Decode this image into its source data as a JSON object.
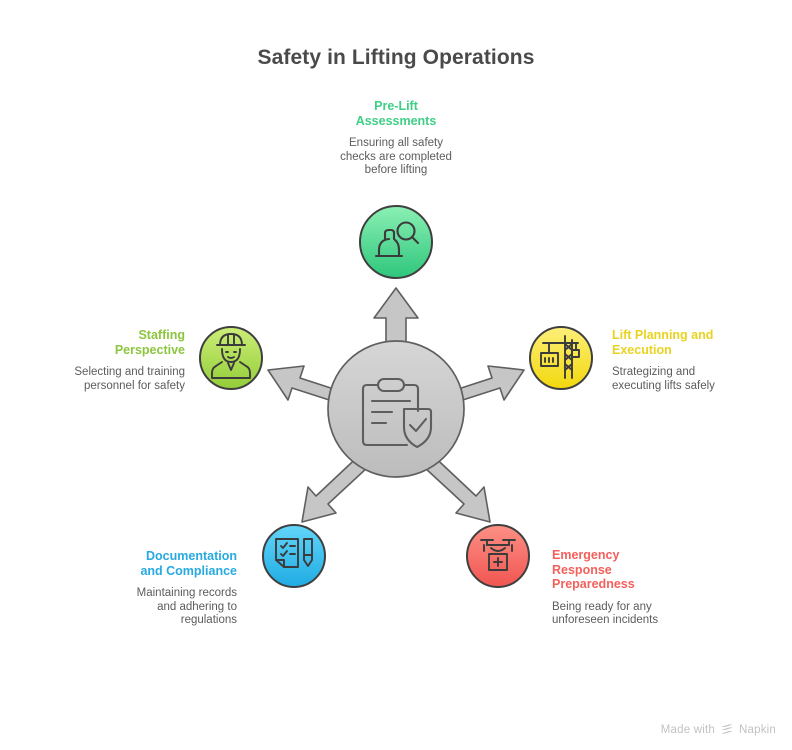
{
  "title": "Safety in Lifting Operations",
  "hub": {
    "icon": "clipboard-shield-check-icon",
    "fill_top": "#d4d4d4",
    "fill_bottom": "#bdbdbd",
    "stroke": "#585858"
  },
  "arrows": {
    "fill": "#c6c6c6",
    "stroke": "#5f5f5f",
    "count": 5,
    "directions": [
      "up",
      "upper-left",
      "upper-right",
      "lower-left",
      "lower-right"
    ]
  },
  "nodes": [
    {
      "id": "pre-lift-assessments",
      "title": "Pre-Lift\nAssessments",
      "title_line1": "Pre-Lift",
      "title_line2": "Assessments",
      "desc": "Ensuring all safety checks are completed before lifting",
      "desc_line1": "Ensuring all safety",
      "desc_line2": "checks are completed",
      "desc_line3": "before lifting",
      "color": "#3ecf87",
      "fill_top": "#84eeae",
      "fill_bottom": "#33c77f",
      "icon": "hardhat-magnifier-icon",
      "position": "top"
    },
    {
      "id": "staffing-perspective",
      "title_line1": "Staffing",
      "title_line2": "Perspective",
      "desc": "Selecting and training personnel for safety",
      "desc_line1": "Selecting and training",
      "desc_line2": "personnel for safety",
      "color": "#8cc63f",
      "fill_top": "#c8ec71",
      "fill_bottom": "#97cf3f",
      "icon": "worker-hardhat-icon",
      "position": "left"
    },
    {
      "id": "lift-planning-and-execution",
      "title_line1": "Lift Planning and",
      "title_line2": "Execution",
      "desc": "Strategizing and executing lifts safely",
      "desc_line1": "Strategizing and",
      "desc_line2": "executing lifts safely",
      "color": "#e8d321",
      "fill_top": "#fbe96a",
      "fill_bottom": "#f2d913",
      "icon": "tower-crane-icon",
      "position": "right"
    },
    {
      "id": "documentation-and-compliance",
      "title_line1": "Documentation",
      "title_line2": "and Compliance",
      "desc": "Maintaining records and adhering to regulations",
      "desc_line1": "Maintaining records",
      "desc_line2": "and adhering to",
      "desc_line3": "regulations",
      "color": "#27aae1",
      "fill_top": "#62d3f7",
      "fill_bottom": "#23ade4",
      "icon": "document-pen-checklist-icon",
      "position": "bottom-left"
    },
    {
      "id": "emergency-response-preparedness",
      "title_line1": "Emergency",
      "title_line2": "Response",
      "title_line3": "Preparedness",
      "desc": "Being ready for any unforeseen incidents",
      "desc_line1": "Being ready for any",
      "desc_line2": "unforeseen incidents",
      "color": "#f4605c",
      "fill_top": "#fb8a7f",
      "fill_bottom": "#f25b56",
      "icon": "drone-medical-box-icon",
      "position": "bottom-right"
    }
  ],
  "footer": {
    "made_with": "Made with",
    "brand": "Napkin",
    "logo_icon": "napkin-logo-icon"
  }
}
